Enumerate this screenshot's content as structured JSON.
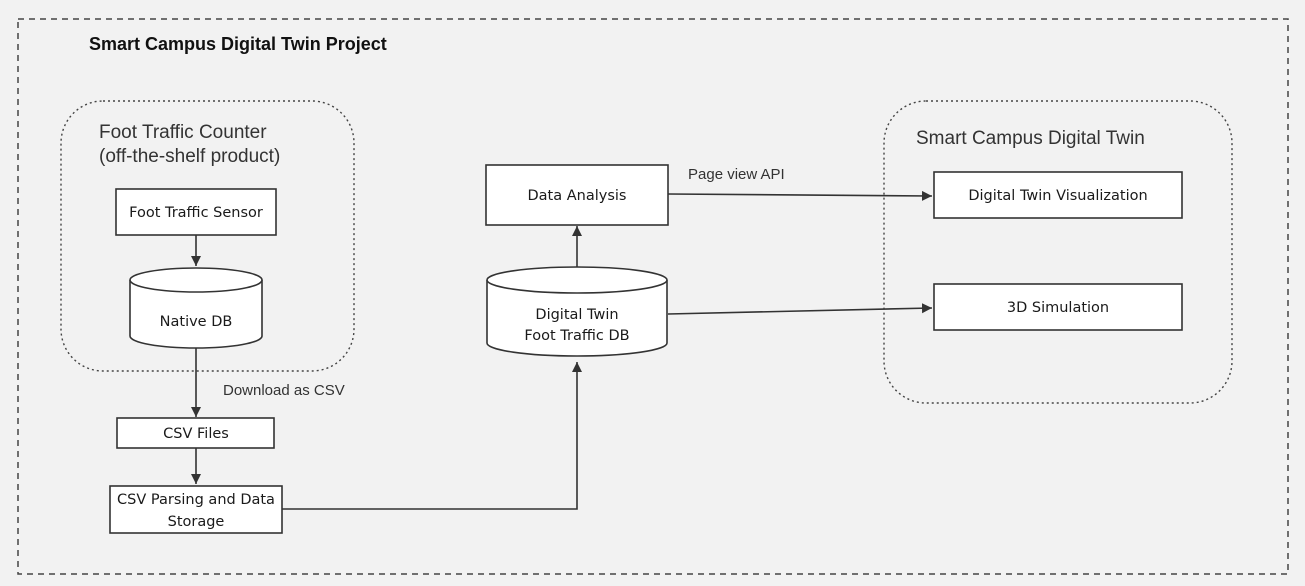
{
  "diagram": {
    "title": "Smart Campus Digital Twin Project",
    "groups": {
      "foot_traffic_counter": {
        "line1": "Foot Traffic Counter",
        "line2": "(off-the-shelf product)"
      },
      "smart_campus_twin": {
        "label": "Smart Campus Digital Twin"
      }
    },
    "nodes": {
      "foot_traffic_sensor": "Foot Traffic Sensor",
      "native_db": "Native DB",
      "csv_files": "CSV Files",
      "csv_parsing_line1": "CSV Parsing and Data",
      "csv_parsing_line2": "Storage",
      "digital_twin_db_line1": "Digital Twin",
      "digital_twin_db_line2": "Foot Traffic DB",
      "data_analysis": "Data Analysis",
      "digital_twin_visualization": "Digital Twin Visualization",
      "simulation_3d": "3D Simulation"
    },
    "edge_labels": {
      "download_as_csv": "Download as CSV",
      "page_view_api": "Page view API"
    },
    "edges": [
      {
        "from": "foot_traffic_sensor",
        "to": "native_db"
      },
      {
        "from": "native_db",
        "to": "csv_files",
        "label": "download_as_csv"
      },
      {
        "from": "csv_files",
        "to": "csv_parsing"
      },
      {
        "from": "csv_parsing",
        "to": "digital_twin_db"
      },
      {
        "from": "digital_twin_db",
        "to": "data_analysis"
      },
      {
        "from": "data_analysis",
        "to": "digital_twin_visualization",
        "label": "page_view_api"
      },
      {
        "from": "digital_twin_db",
        "to": "simulation_3d"
      }
    ]
  }
}
